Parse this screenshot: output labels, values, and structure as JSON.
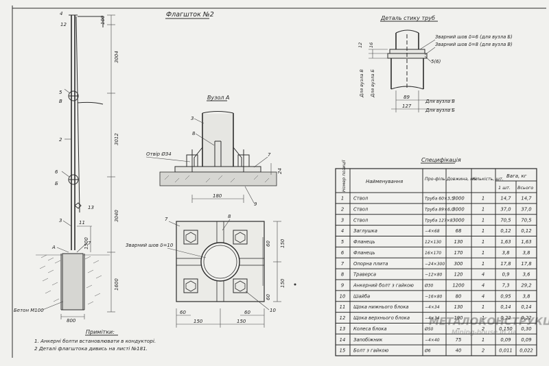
{
  "flagpole": {
    "title": "Флагшток №2",
    "dims": [
      "100",
      "3004",
      "3012",
      "3040",
      "1500",
      "1600"
    ],
    "base_width": "800",
    "concrete_label": "Бетон М100",
    "callouts": [
      "4",
      "12",
      "5",
      "В",
      "2",
      "6",
      "Б",
      "13",
      "11",
      "3",
      "А",
      "7"
    ]
  },
  "notes": {
    "title": "Примітки:",
    "items": [
      "1. Анкерні болти встановлювати в кондукторі.",
      "2 Деталі флагштока дивись на листі №181."
    ]
  },
  "node_a": {
    "title": "Вузол А",
    "hole_label": "Отвір Ø34",
    "callouts": [
      "3",
      "8",
      "7",
      "9"
    ],
    "dims": [
      "24",
      "180"
    ]
  },
  "plan": {
    "weld_label": "Зварний шов δ=10",
    "callouts": [
      "7",
      "8",
      "10"
    ],
    "dims": [
      "150",
      "60",
      "150",
      "60",
      "60",
      "60",
      "150",
      "150"
    ]
  },
  "pipe_joint": {
    "title": "Деталь стику труб",
    "weld_b": "Зварний шов δ=6 (для вузла Б)",
    "weld_v": "Зварний шов δ=8 (для вузла В)",
    "callout": "5(6)",
    "dims": [
      "12",
      "16"
    ],
    "vert_labels": [
      "Для вузла В",
      "Для вузла Б"
    ],
    "d89": "89",
    "d127": "127",
    "for_v": "Для вузла В",
    "for_b": "Для вузла Б"
  },
  "spec": {
    "title": "Специфікація",
    "headers": {
      "num": "Номер позиції",
      "name": "Найменування",
      "profile": "Про-філь",
      "length": "Довжина, мм",
      "qty": "Кількість, шт.",
      "weight": "Вага, кг",
      "w1": "1 шт.",
      "wall": "Всього"
    },
    "rows": [
      {
        "n": "1",
        "name": "Ствол",
        "profile": "Труба 60×3,5",
        "length": "3000",
        "qty": "1",
        "w1": "14,7",
        "wall": "14,7"
      },
      {
        "n": "2",
        "name": "Ствол",
        "profile": "Труба 89×6,0",
        "length": "3000",
        "qty": "1",
        "w1": "37,0",
        "wall": "37,0"
      },
      {
        "n": "3",
        "name": "Ствол",
        "profile": "Труба 127×8",
        "length": "3000",
        "qty": "1",
        "w1": "70,5",
        "wall": "70,5"
      },
      {
        "n": "4",
        "name": "Заглушка",
        "profile": "−4×68",
        "length": "68",
        "qty": "1",
        "w1": "0,12",
        "wall": "0,12"
      },
      {
        "n": "5",
        "name": "Фланець",
        "profile": "12×130",
        "length": "130",
        "qty": "1",
        "w1": "1,63",
        "wall": "1,63"
      },
      {
        "n": "6",
        "name": "Фланець",
        "profile": "16×170",
        "length": "170",
        "qty": "1",
        "w1": "3,8",
        "wall": "3,8"
      },
      {
        "n": "7",
        "name": "Опорна плита",
        "profile": "−24×300",
        "length": "300",
        "qty": "1",
        "w1": "17,8",
        "wall": "17,8"
      },
      {
        "n": "8",
        "name": "Траверса",
        "profile": "−12×80",
        "length": "120",
        "qty": "4",
        "w1": "0,9",
        "wall": "3,6"
      },
      {
        "n": "9",
        "name": "Анкерний болт з гайкою",
        "profile": "Ø30",
        "length": "1200",
        "qty": "4",
        "w1": "7,3",
        "wall": "29,2"
      },
      {
        "n": "10",
        "name": "Шайба",
        "profile": "−16×80",
        "length": "80",
        "qty": "4",
        "w1": "0,95",
        "wall": "3,8"
      },
      {
        "n": "11",
        "name": "Щока нижнього блока",
        "profile": "−4×34",
        "length": "130",
        "qty": "1",
        "w1": "0,14",
        "wall": "0,14"
      },
      {
        "n": "12",
        "name": "Щока верхнього блока",
        "profile": "−4×34",
        "length": "190",
        "qty": "1",
        "w1": "0,22",
        "wall": "0,22"
      },
      {
        "n": "13",
        "name": "Колеса блока",
        "profile": "Ø50",
        "length": "−",
        "qty": "2",
        "w1": "0,150",
        "wall": "0,30"
      },
      {
        "n": "14",
        "name": "Запобіжник",
        "profile": "−4×40",
        "length": "75",
        "qty": "1",
        "w1": "0,09",
        "wall": "0,09"
      },
      {
        "n": "15",
        "name": "Болт з гайкою",
        "profile": "Ø6",
        "length": "40",
        "qty": "2",
        "w1": "0,011",
        "wall": "0,022"
      }
    ]
  },
  "watermark": {
    "line1": "МЕТАЛОКОНСТРУКЦІЇ",
    "line2": "Mining-house.in.ua"
  },
  "colors": {
    "paper": "#f1f1ee",
    "ink": "#222222",
    "concrete": "#d6d6d2"
  }
}
